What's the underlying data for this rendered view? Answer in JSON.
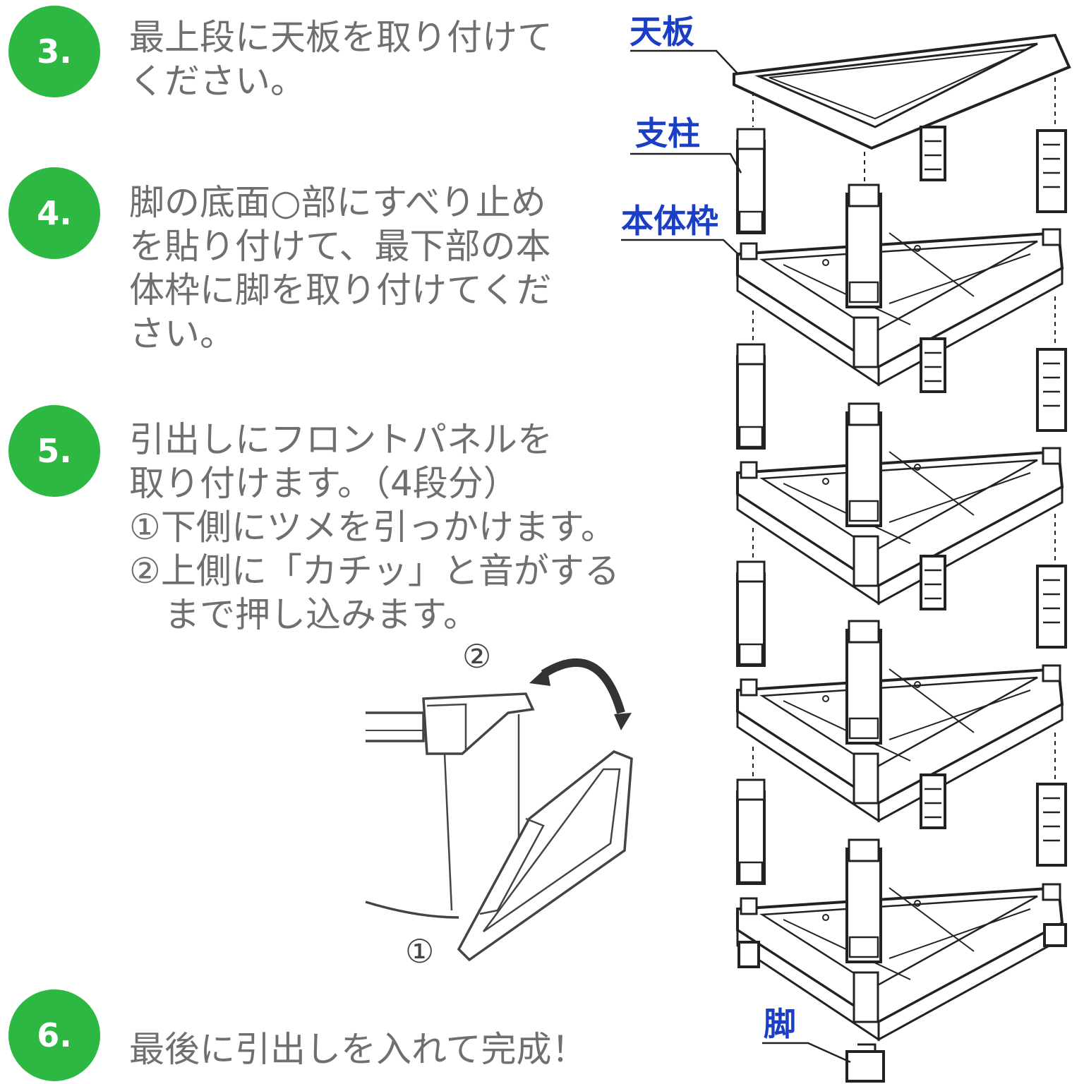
{
  "colors": {
    "badge_green": "#2db843",
    "label_blue": "#1a3fc4",
    "body_text": "#6f6f6f"
  },
  "steps": [
    {
      "number": "3.",
      "lines": [
        "最上段に天板を取り付けて",
        "ください。"
      ]
    },
    {
      "number": "4.",
      "lines": [
        "脚の底面○部にすべり止め",
        "を貼り付けて、最下部の本",
        "体枠に脚を取り付けてくだ",
        "さい。"
      ]
    },
    {
      "number": "5.",
      "lines": [
        "引出しにフロントパネルを",
        "取り付けます。（4段分）",
        "①下側にツメを引っかけます。",
        "②上側に「カチッ」と音がする",
        "まで押し込みます。"
      ]
    },
    {
      "number": "6.",
      "lines": [
        "最後に引出しを入れて完成！"
      ]
    }
  ],
  "callouts": {
    "tenban": "天板",
    "shichu": "支柱",
    "hontaiwaku": "本体枠",
    "ashi": "脚"
  },
  "drawer_marks": {
    "upper": "②",
    "lower": "①"
  }
}
